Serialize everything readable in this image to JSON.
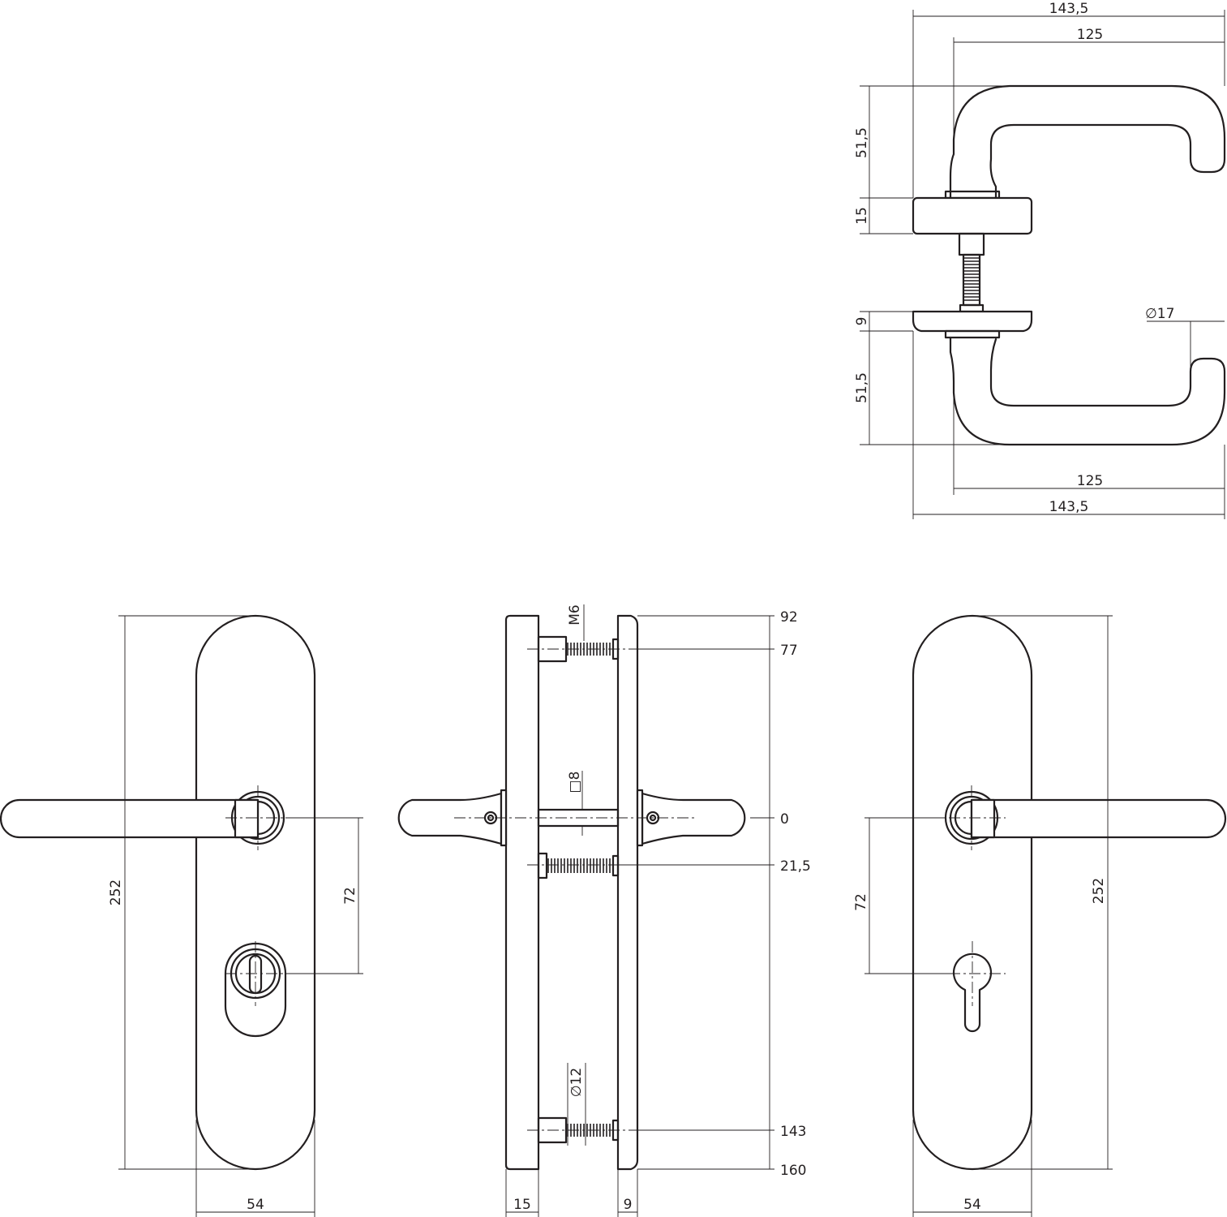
{
  "top_view": {
    "overall_width_top": "143,5",
    "lever_length_top": "125",
    "lever_height_top": "51,5",
    "rose_thickness": "15",
    "rose_thickness_lower": "9",
    "lever_height_bottom": "51,5",
    "grip_diameter": "∅17",
    "lever_length_bottom": "125",
    "overall_width_bottom": "143,5"
  },
  "front_left": {
    "plate_height": "252",
    "center_distance": "72",
    "plate_width": "54"
  },
  "side_view": {
    "thread": "M6",
    "spindle": "□8",
    "bolt_diameter": "∅12",
    "level_92": "92",
    "level_77": "77",
    "level_0": "0",
    "level_21_5": "21,5",
    "level_143": "143",
    "level_160": "160",
    "inner_thickness": "15",
    "outer_thickness": "9"
  },
  "front_right": {
    "plate_height": "252",
    "center_distance": "72",
    "plate_width": "54"
  }
}
